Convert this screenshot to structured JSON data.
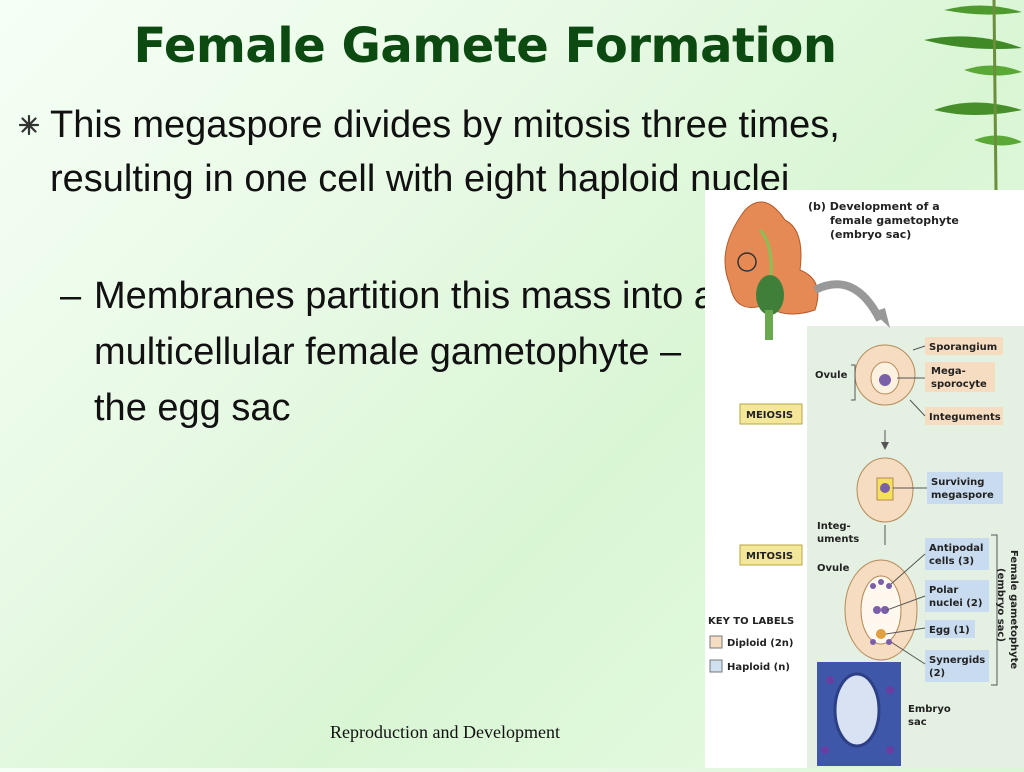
{
  "slide": {
    "title": "Female Gamete Formation",
    "bullet_main": "This megaspore divides by mitosis three times, resulting in one cell with eight haploid nuclei",
    "sub_dash": "–",
    "bullet_sub": "Membranes partition this mass into a multicellular female gametophyte – the egg sac",
    "footer": "Reproduction and Development",
    "bullet_icon": "asterisk-bullet-icon"
  },
  "figure": {
    "heading_line1": "(b) Development of a",
    "heading_line2": "female gametophyte",
    "heading_line3": "(embryo sac)",
    "meiosis": "MEIOSIS",
    "mitosis": "MITOSIS",
    "ovule": "Ovule",
    "ovule2": "Ovule",
    "sporangium": "Sporangium",
    "megasporocyte_1": "Mega-",
    "megasporocyte_2": "sporocyte",
    "integuments": "Integuments",
    "surviving_1": "Surviving",
    "surviving_2": "megaspore",
    "integuments2_1": "Integ-",
    "integuments2_2": "uments",
    "antipodal_1": "Antipodal",
    "antipodal_2": "cells (3)",
    "polar_1": "Polar",
    "polar_2": "nuclei (2)",
    "egg": "Egg (1)",
    "synergids_1": "Synergids",
    "synergids_2": "(2)",
    "embryo_1": "Embryo",
    "embryo_2": "sac",
    "side_1": "Female gametophyte",
    "side_2": "(embryo sac)",
    "key_title": "KEY TO LABELS",
    "key_diploid": "Diploid (2n)",
    "key_haploid": "Haploid (n)",
    "colors": {
      "diploid": "#f6dcc0",
      "haploid": "#cfe0f0",
      "label_box": "#c9dcef",
      "process_box": "#f4e79a",
      "flower": "#e58a55"
    }
  }
}
